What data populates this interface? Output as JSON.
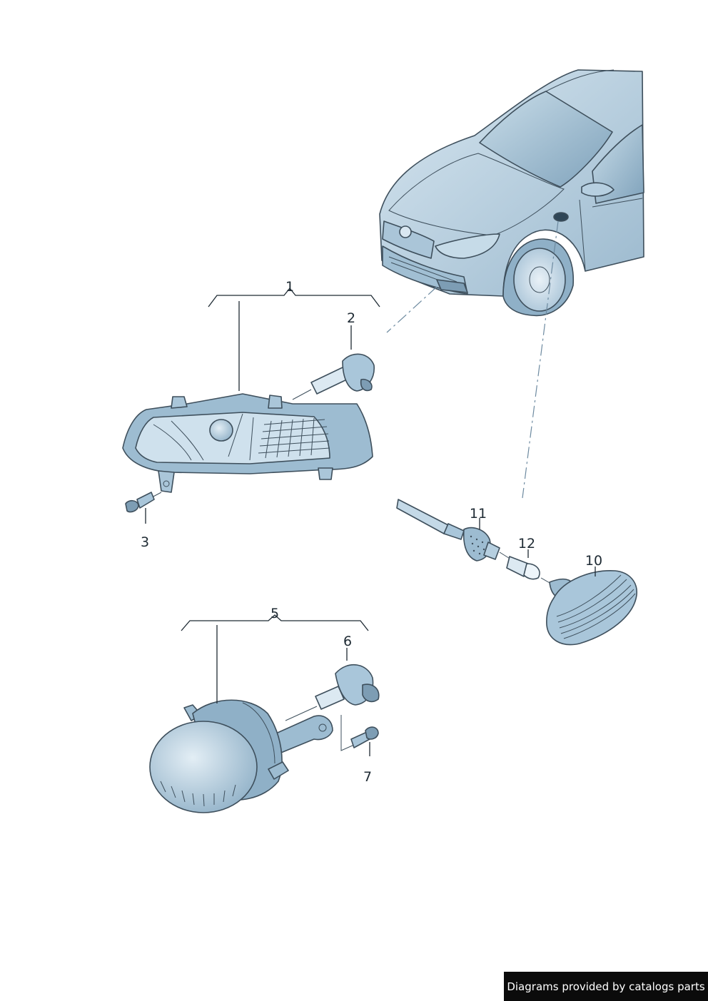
{
  "callouts": {
    "p1": "1",
    "p2": "2",
    "p3": "3",
    "p5": "5",
    "p6": "6",
    "p7": "7",
    "p10": "10",
    "p11": "11",
    "p12": "12"
  },
  "footer": {
    "text": "Diagrams provided by catalogs parts"
  },
  "colors": {
    "part_fill": "#a9c6da",
    "part_light": "#d3e4ef",
    "part_dark": "#7d9db4",
    "outline": "#3e4f5c"
  }
}
